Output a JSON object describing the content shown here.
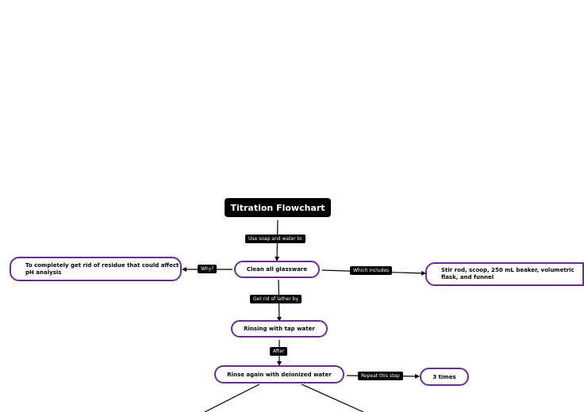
{
  "title": "Titration Flowchart",
  "nodes": {
    "clean": "Clean all glassware",
    "why_answer": "To completely get rid of residue that could affect pH analysis",
    "includes_answer": "Stir rod, scoop, 250 mL beaker, volumetric flask, and funnel",
    "rinse_tap": "Rinsing with tap water",
    "rinse_deionized": "Rinse again with deionized water",
    "repeat_count": "3 times"
  },
  "edge_labels": {
    "use_soap": "Use soap and water to",
    "why": "Why?",
    "which_includes": "Which includes",
    "get_rid_lather": "Get rid of lather by",
    "after": "After",
    "repeat": "Repeat this step"
  },
  "colors": {
    "node_border": "#6a2e91",
    "label_bg": "#000000",
    "line": "#000000"
  }
}
